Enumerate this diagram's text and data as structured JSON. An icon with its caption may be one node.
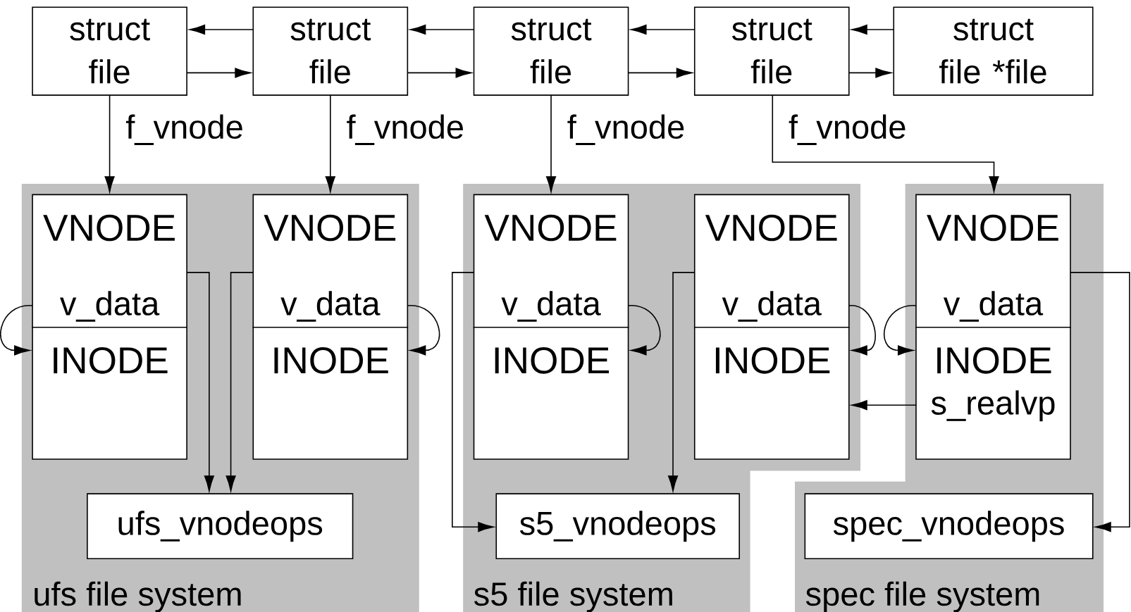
{
  "diagram": {
    "nodes": [
      {
        "text": [
          "struct file"
        ]
      },
      {
        "text": [
          "struct file"
        ]
      },
      {
        "text": [
          "struct file"
        ]
      },
      {
        "text": [
          "struct file"
        ]
      },
      {
        "text": [
          "struct file *file"
        ]
      },
      {
        "text": [
          "ufs file system"
        ]
      },
      {
        "text": [
          "VNODE",
          "v_data"
        ],
        "in": 5
      },
      {
        "text": [
          "INODE"
        ],
        "in": 5
      },
      {
        "text": [
          "VNODE",
          "v_data"
        ],
        "in": 5
      },
      {
        "text": [
          "INODE"
        ],
        "in": 5
      },
      {
        "text": [
          "ufs_vnodeops"
        ],
        "in": 5
      },
      {
        "text": [
          "s5 file system"
        ]
      },
      {
        "text": [
          "VNODE",
          "v_data"
        ],
        "in": 11
      },
      {
        "text": [
          "INODE"
        ],
        "in": 11
      },
      {
        "text": [
          "VNODE",
          "v_data"
        ],
        "in": 11
      },
      {
        "text": [
          "INODE"
        ],
        "in": 11
      },
      {
        "text": [
          "s5_vnodeops"
        ],
        "in": 11
      },
      {
        "text": [
          "spec file system"
        ]
      },
      {
        "text": [
          "VNODE",
          "v_data"
        ],
        "in": 17
      },
      {
        "text": [
          "INODE",
          "s_realvp"
        ],
        "in": 17
      },
      {
        "text": [
          "spec_vnodeops"
        ],
        "in": 17
      }
    ],
    "edges": [
      {
        "from": 1,
        "to": 0,
        "arrow": "to"
      },
      {
        "from": 0,
        "to": 1,
        "arrow": "to"
      },
      {
        "from": 2,
        "to": 1,
        "arrow": "to"
      },
      {
        "from": 1,
        "to": 2,
        "arrow": "to"
      },
      {
        "from": 3,
        "to": 2,
        "arrow": "to"
      },
      {
        "from": 2,
        "to": 3,
        "arrow": "to"
      },
      {
        "from": 4,
        "to": 3,
        "arrow": "to"
      },
      {
        "from": 3,
        "to": 4,
        "arrow": "to"
      },
      {
        "from": 0,
        "to": 6,
        "arrow": "to",
        "label": "f_vnode"
      },
      {
        "from": 1,
        "to": 8,
        "arrow": "to",
        "label": "f_vnode"
      },
      {
        "from": 2,
        "to": 12,
        "arrow": "to",
        "label": "f_vnode"
      },
      {
        "from": 3,
        "to": 18,
        "arrow": "to",
        "label": "f_vnode"
      },
      {
        "from": 6,
        "to": 7,
        "arrow": "to"
      },
      {
        "from": 8,
        "to": 9,
        "arrow": "to"
      },
      {
        "from": 12,
        "to": 13,
        "arrow": "to"
      },
      {
        "from": 14,
        "to": 15,
        "arrow": "to"
      },
      {
        "from": 18,
        "to": 19,
        "arrow": "to"
      },
      {
        "from": 6,
        "to": 10,
        "arrow": "to"
      },
      {
        "from": 8,
        "to": 10,
        "arrow": "to"
      },
      {
        "from": 12,
        "to": 16,
        "arrow": "to"
      },
      {
        "from": 14,
        "to": 16,
        "arrow": "to"
      },
      {
        "from": 18,
        "to": 20,
        "arrow": "to"
      },
      {
        "from": 19,
        "to": 15,
        "arrow": "to"
      }
    ]
  }
}
